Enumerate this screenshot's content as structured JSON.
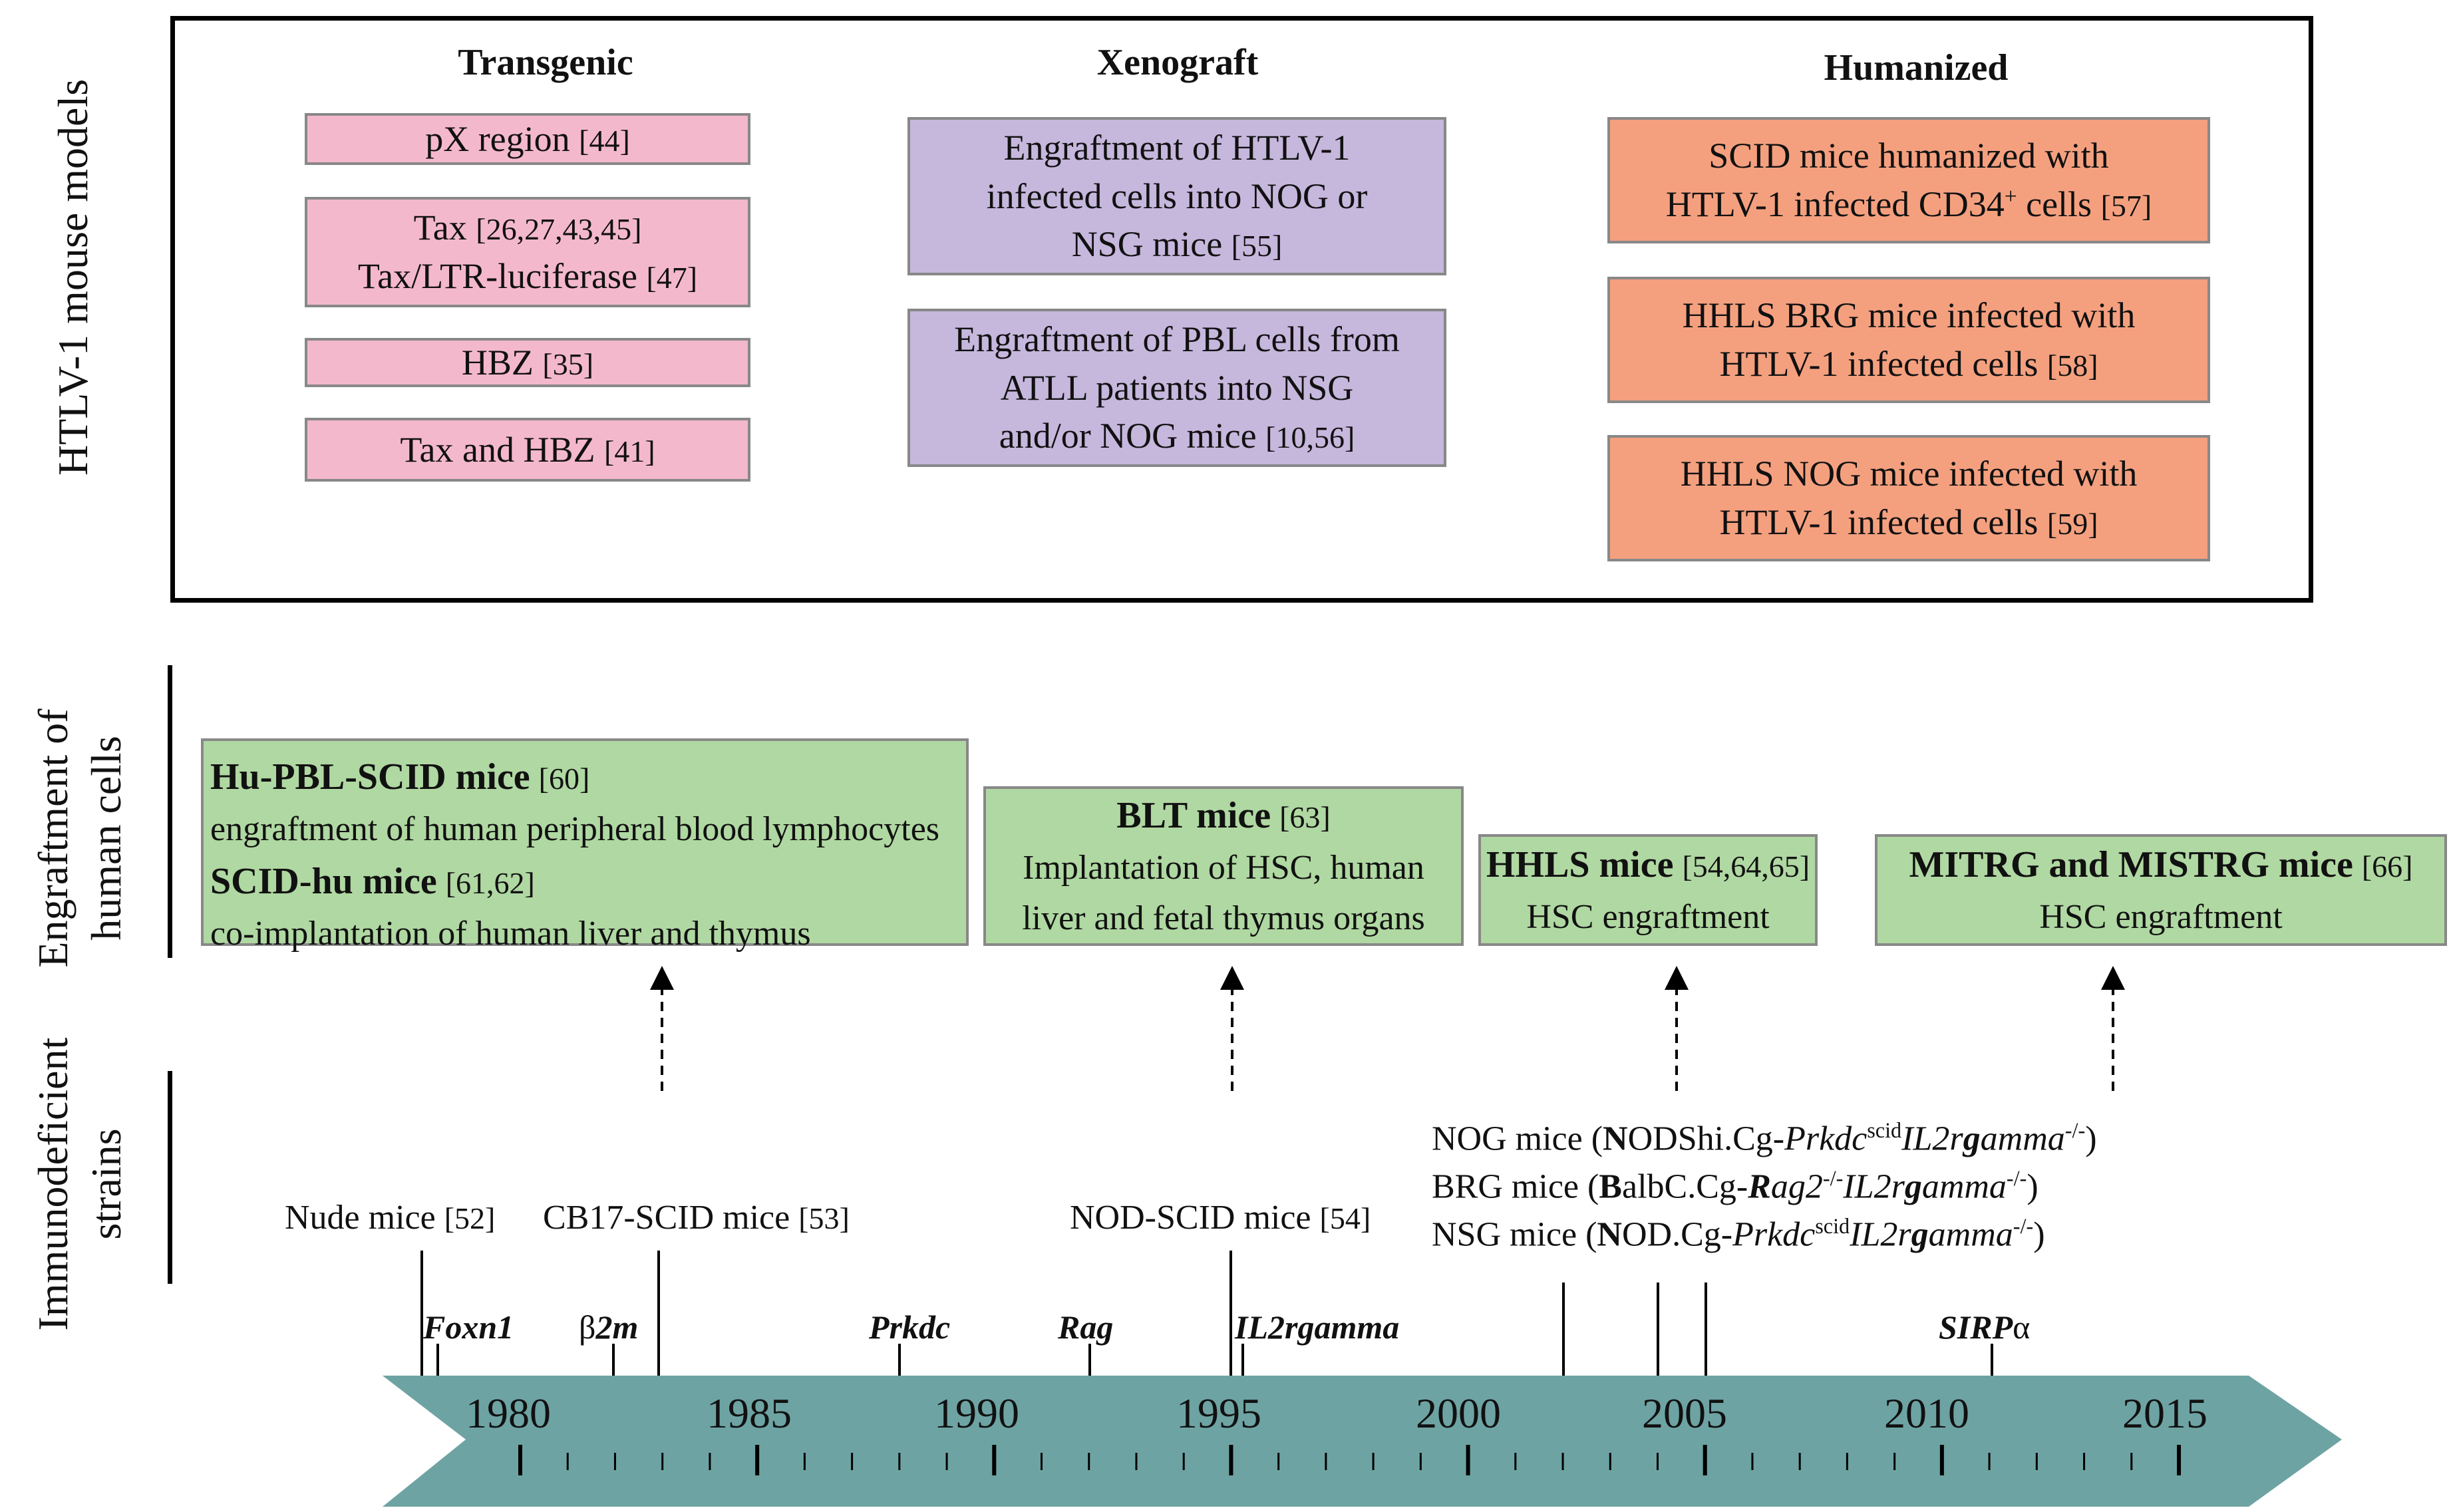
{
  "htlv_panel": {
    "axis_label": "HTLV-1  mouse models",
    "columns": [
      {
        "title": "Transgenic"
      },
      {
        "title": "Xenograft"
      },
      {
        "title": "Humanized"
      }
    ],
    "transgenic": [
      {
        "text": "pX region",
        "ref": "[44]"
      },
      {
        "line1": "Tax",
        "ref1": "[26,27,43,45]",
        "line2": "Tax/LTR-luciferase",
        "ref2": "[47]"
      },
      {
        "text": "HBZ",
        "ref": "[35]"
      },
      {
        "text": "Tax and HBZ",
        "ref": "[41]"
      }
    ],
    "xenograft": [
      {
        "line1": "Engraftment of HTLV-1",
        "line2": "infected cells into NOG or",
        "line3": "NSG mice",
        "ref": "[55]"
      },
      {
        "line1": "Engraftment of PBL cells from",
        "line2": "ATLL patients into NSG",
        "line3": "and/or NOG mice",
        "ref": "[10,56]"
      }
    ],
    "humanized": [
      {
        "line1": "SCID mice humanized with",
        "line2a": "HTLV-1 infected CD34",
        "sup": "+",
        "line2b": " cells",
        "ref": "[57]"
      },
      {
        "line1": "HHLS BRG mice infected with",
        "line2": "HTLV-1 infected cells",
        "ref": "[58]"
      },
      {
        "line1": "HHLS NOG mice infected with",
        "line2": "HTLV-1 infected cells",
        "ref": "[59]"
      }
    ]
  },
  "engraftment_panel": {
    "axis_label_line1": "Engraftment of",
    "axis_label_line2": "human cells",
    "boxes": [
      {
        "title": "Hu-PBL-SCID mice",
        "ref": "[60]",
        "desc": "engraftment of human peripheral blood lymphocytes",
        "title2": "SCID-hu mice",
        "ref2": "[61,62]",
        "desc2": "co-implantation of human liver and thymus"
      },
      {
        "title": "BLT mice",
        "ref": "[63]",
        "desc1": "Implantation of HSC, human",
        "desc2": "liver and fetal thymus organs"
      },
      {
        "title": "HHLS mice",
        "ref": "[54,64,65]",
        "desc": "HSC engraftment"
      },
      {
        "title": "MITRG and MISTRG mice",
        "ref": "[66]",
        "desc": "HSC engraftment"
      }
    ]
  },
  "strains_panel": {
    "axis_label_line1": "Immunodeficient",
    "axis_label_line2": "strains",
    "strains": [
      {
        "text": "Nude mice",
        "ref": "[52]"
      },
      {
        "text": "CB17-SCID mice",
        "ref": "[53]"
      },
      {
        "text": "NOD-SCID mice",
        "ref": "[54]"
      }
    ],
    "nog": {
      "pre": "NOG mice (",
      "bold1": "N",
      "mid": "ODShi.Cg-",
      "ital": "Prkdc",
      "sup": "scid",
      "ital2a": "IL2r",
      "bold2": "g",
      "ital2b": "amma",
      "sup2": "-/-",
      "post": ")"
    },
    "brg": {
      "pre": "BRG mice (",
      "bold1": "B",
      "mid": "albC.Cg-",
      "bold2": "R",
      "ital": "ag2",
      "sup": "-/-",
      "ital2a": "IL2r",
      "bold3": "g",
      "ital2b": "amma",
      "sup2": "-/-",
      "post": ")"
    },
    "nsg": {
      "pre": "NSG mice (",
      "bold1": "N",
      "mid": "OD.Cg-",
      "ital": "Prkdc",
      "sup": "scid",
      "ital2a": "IL2r",
      "bold2": "g",
      "ital2b": "amma",
      "sup2": "-/-",
      "post": ")"
    }
  },
  "genes": {
    "foxn1": "Foxn1",
    "b2m_beta": "β",
    "b2m_rest": "2m",
    "prkdc": "Prkdc",
    "rag": "Rag",
    "il2rgamma": "IL2rgamma",
    "sirpa_ital": "SIRP",
    "sirpa_alpha": "α"
  },
  "timeline": {
    "years": [
      "1980",
      "1985",
      "1990",
      "1995",
      "2000",
      "2005",
      "2010",
      "2015"
    ],
    "color": "#6ea3a3"
  }
}
